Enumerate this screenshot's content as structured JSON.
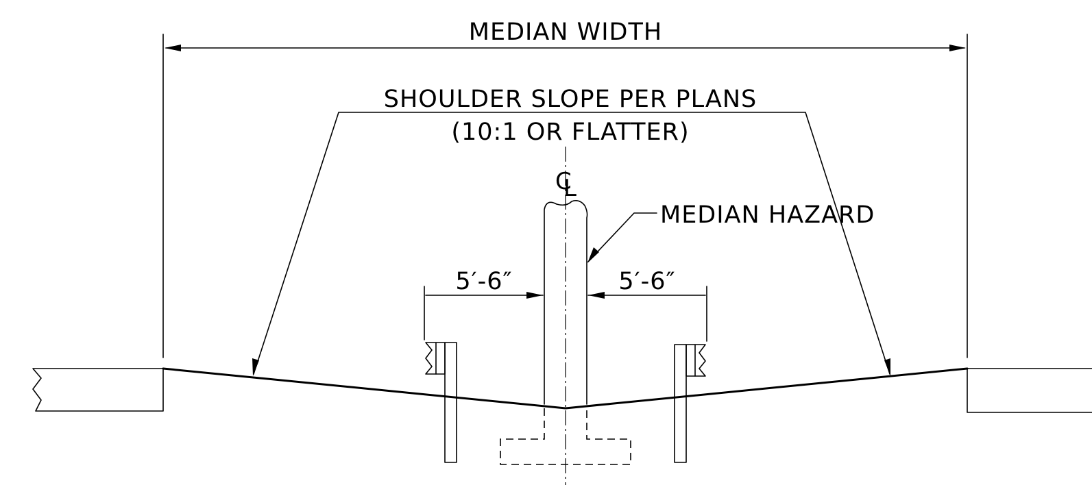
{
  "labels": {
    "median_width": "MEDIAN WIDTH",
    "shoulder_slope_line1": "SHOULDER SLOPE PER PLANS",
    "shoulder_slope_line2": "(10:1 OR FLATTER)",
    "median_hazard": "MEDIAN HAZARD",
    "left_offset": "5′-6″",
    "right_offset": "5′-6″",
    "centerline_c": "C",
    "centerline_l": "L"
  }
}
